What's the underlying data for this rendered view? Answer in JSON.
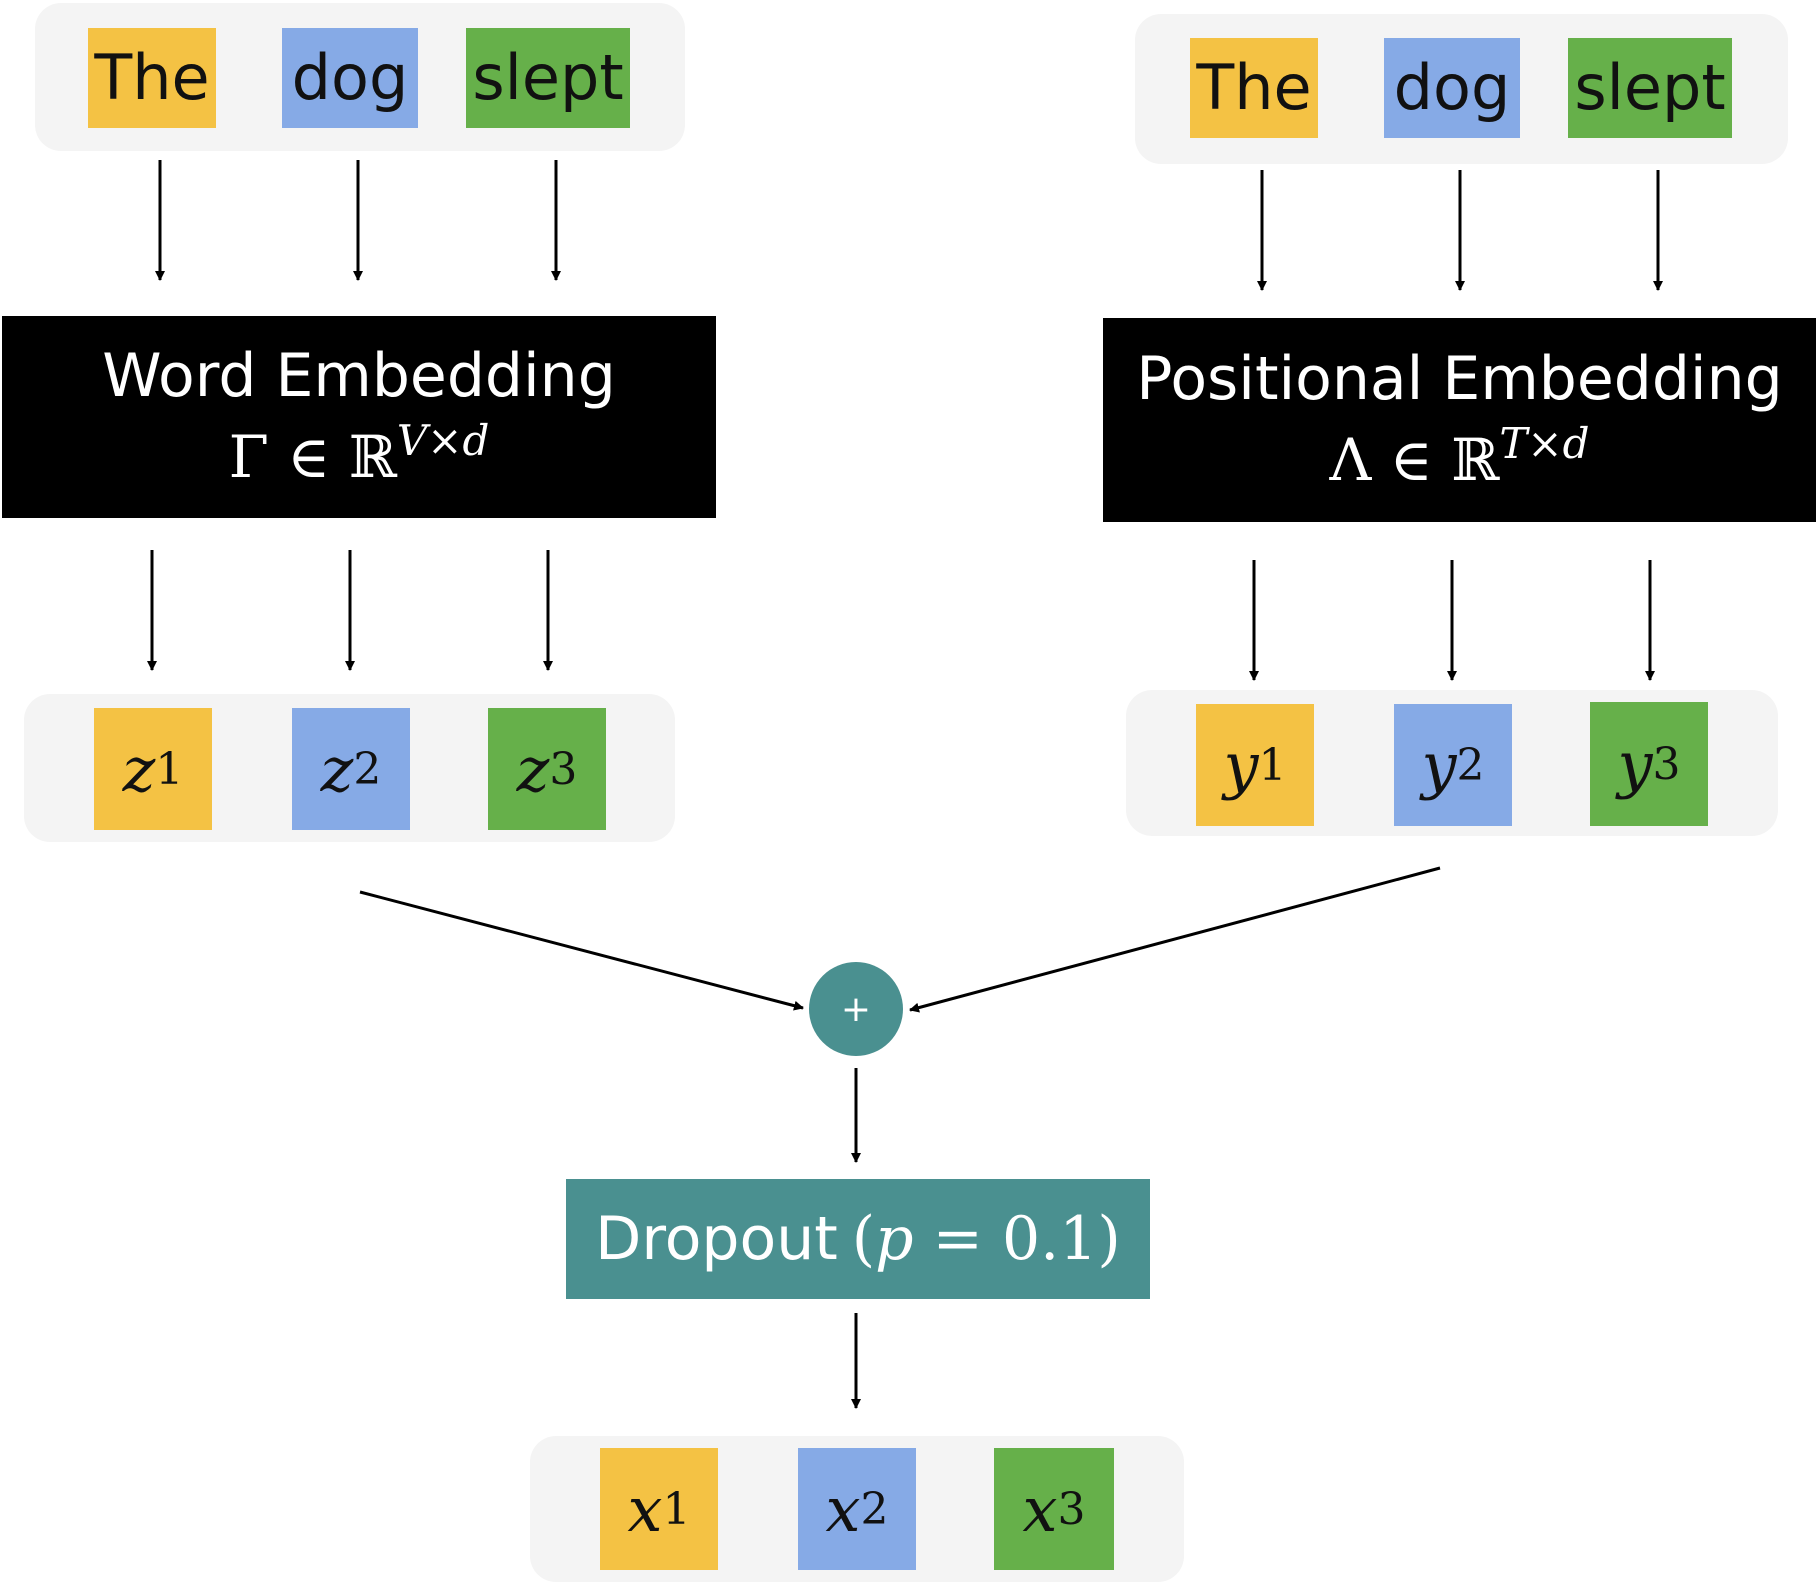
{
  "colors": {
    "token_1": "#f4c244",
    "token_2": "#86aae6",
    "token_3": "#66b04a",
    "accent": "#4a9090",
    "embedding_box": "#000000",
    "panel": "#f4f4f4"
  },
  "word_tokens": [
    "The",
    "dog",
    "slept"
  ],
  "positional_tokens": [
    "The",
    "dog",
    "slept"
  ],
  "word_embedding": {
    "title": "Word Embedding",
    "formula_base": "Γ ∈ ℝ",
    "formula_sup": "V×d"
  },
  "positional_embedding": {
    "title": "Positional Embedding",
    "formula_base": "Λ ∈ ℝ",
    "formula_sup": "T×d"
  },
  "z_vectors": [
    {
      "symbol": "z",
      "index": "1"
    },
    {
      "symbol": "z",
      "index": "2"
    },
    {
      "symbol": "z",
      "index": "3"
    }
  ],
  "y_vectors": [
    {
      "symbol": "y",
      "index": "1"
    },
    {
      "symbol": "y",
      "index": "2"
    },
    {
      "symbol": "y",
      "index": "3"
    }
  ],
  "add_node": {
    "symbol": "+"
  },
  "dropout": {
    "label": "Dropout",
    "param_open": "(",
    "param_name": "p",
    "param_rest": " = 0.1)"
  },
  "x_vectors": [
    {
      "symbol": "x",
      "index": "1"
    },
    {
      "symbol": "x",
      "index": "2"
    },
    {
      "symbol": "x",
      "index": "3"
    }
  ]
}
